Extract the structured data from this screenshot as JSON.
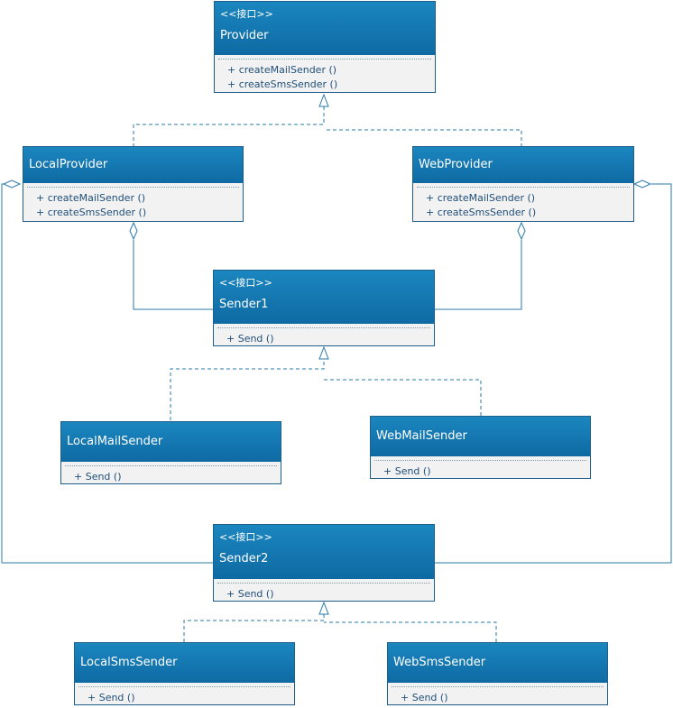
{
  "classes": {
    "provider": {
      "stereotype": "<<接口>>",
      "name": "Provider",
      "ops": [
        "+ createMailSender ()",
        "+ createSmsSender ()"
      ]
    },
    "local_provider": {
      "name": "LocalProvider",
      "ops": [
        "+ createMailSender ()",
        "+ createSmsSender ()"
      ]
    },
    "web_provider": {
      "name": "WebProvider",
      "ops": [
        "+ createMailSender ()",
        "+ createSmsSender ()"
      ]
    },
    "sender1": {
      "stereotype": "<<接口>>",
      "name": "Sender1",
      "ops": [
        "+ Send ()"
      ]
    },
    "local_mail_sender": {
      "name": "LocalMailSender",
      "ops": [
        "+ Send ()"
      ]
    },
    "web_mail_sender": {
      "name": "WebMailSender",
      "ops": [
        "+ Send ()"
      ]
    },
    "sender2": {
      "stereotype": "<<接口>>",
      "name": "Sender2",
      "ops": [
        "+ Send ()"
      ]
    },
    "local_sms_sender": {
      "name": "LocalSmsSender",
      "ops": [
        "+ Send ()"
      ]
    },
    "web_sms_sender": {
      "name": "WebSmsSender",
      "ops": [
        "+ Send ()"
      ]
    }
  },
  "colors": {
    "header": "#1478b4",
    "border": "#1f5f8c",
    "body": "#f2f2f2",
    "line": "#1f6f9a"
  }
}
